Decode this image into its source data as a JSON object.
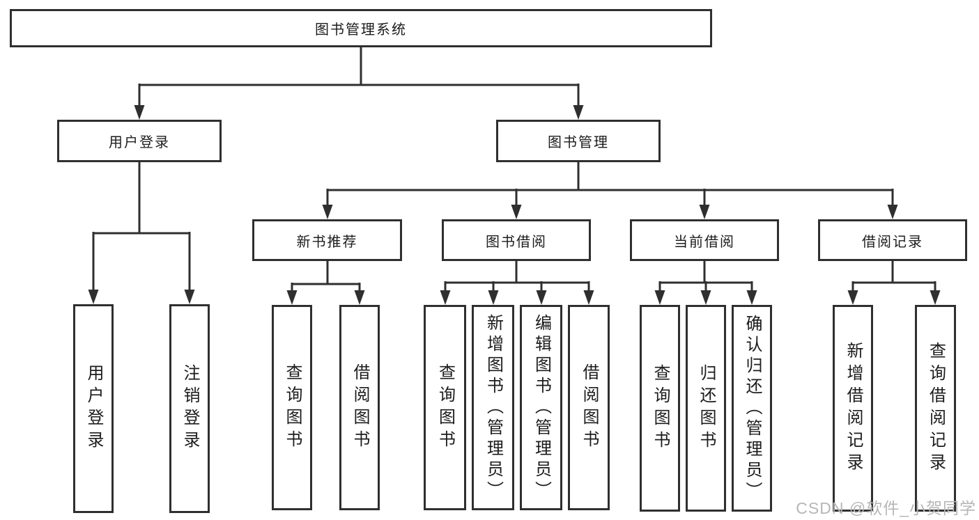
{
  "diagram": {
    "root": "图书管理系统",
    "level2": {
      "user_login": "用户登录",
      "book_management": "图书管理"
    },
    "level3": {
      "new_book_recommend": "新书推荐",
      "book_borrow": "图书借阅",
      "current_borrow": "当前借阅",
      "borrow_record": "借阅记录"
    },
    "leaves": {
      "user_login": [
        "用户登录",
        "注销登录"
      ],
      "new_book_recommend": [
        "查询图书",
        "借阅图书"
      ],
      "book_borrow": [
        "查询图书",
        "新增图书（管理员）",
        "编辑图书（管理员）",
        "借阅图书"
      ],
      "current_borrow": [
        "查询图书",
        "归还图书",
        "确认归还（管理员）"
      ],
      "borrow_record": [
        "新增借阅记录",
        "查询借阅记录"
      ]
    }
  },
  "watermark": "CSDN @软件_小贺同学",
  "colors": {
    "line": "#2f2f2f",
    "text": "#1c1c1c",
    "background": "#ffffff",
    "watermark": "#b6b6b6"
  }
}
